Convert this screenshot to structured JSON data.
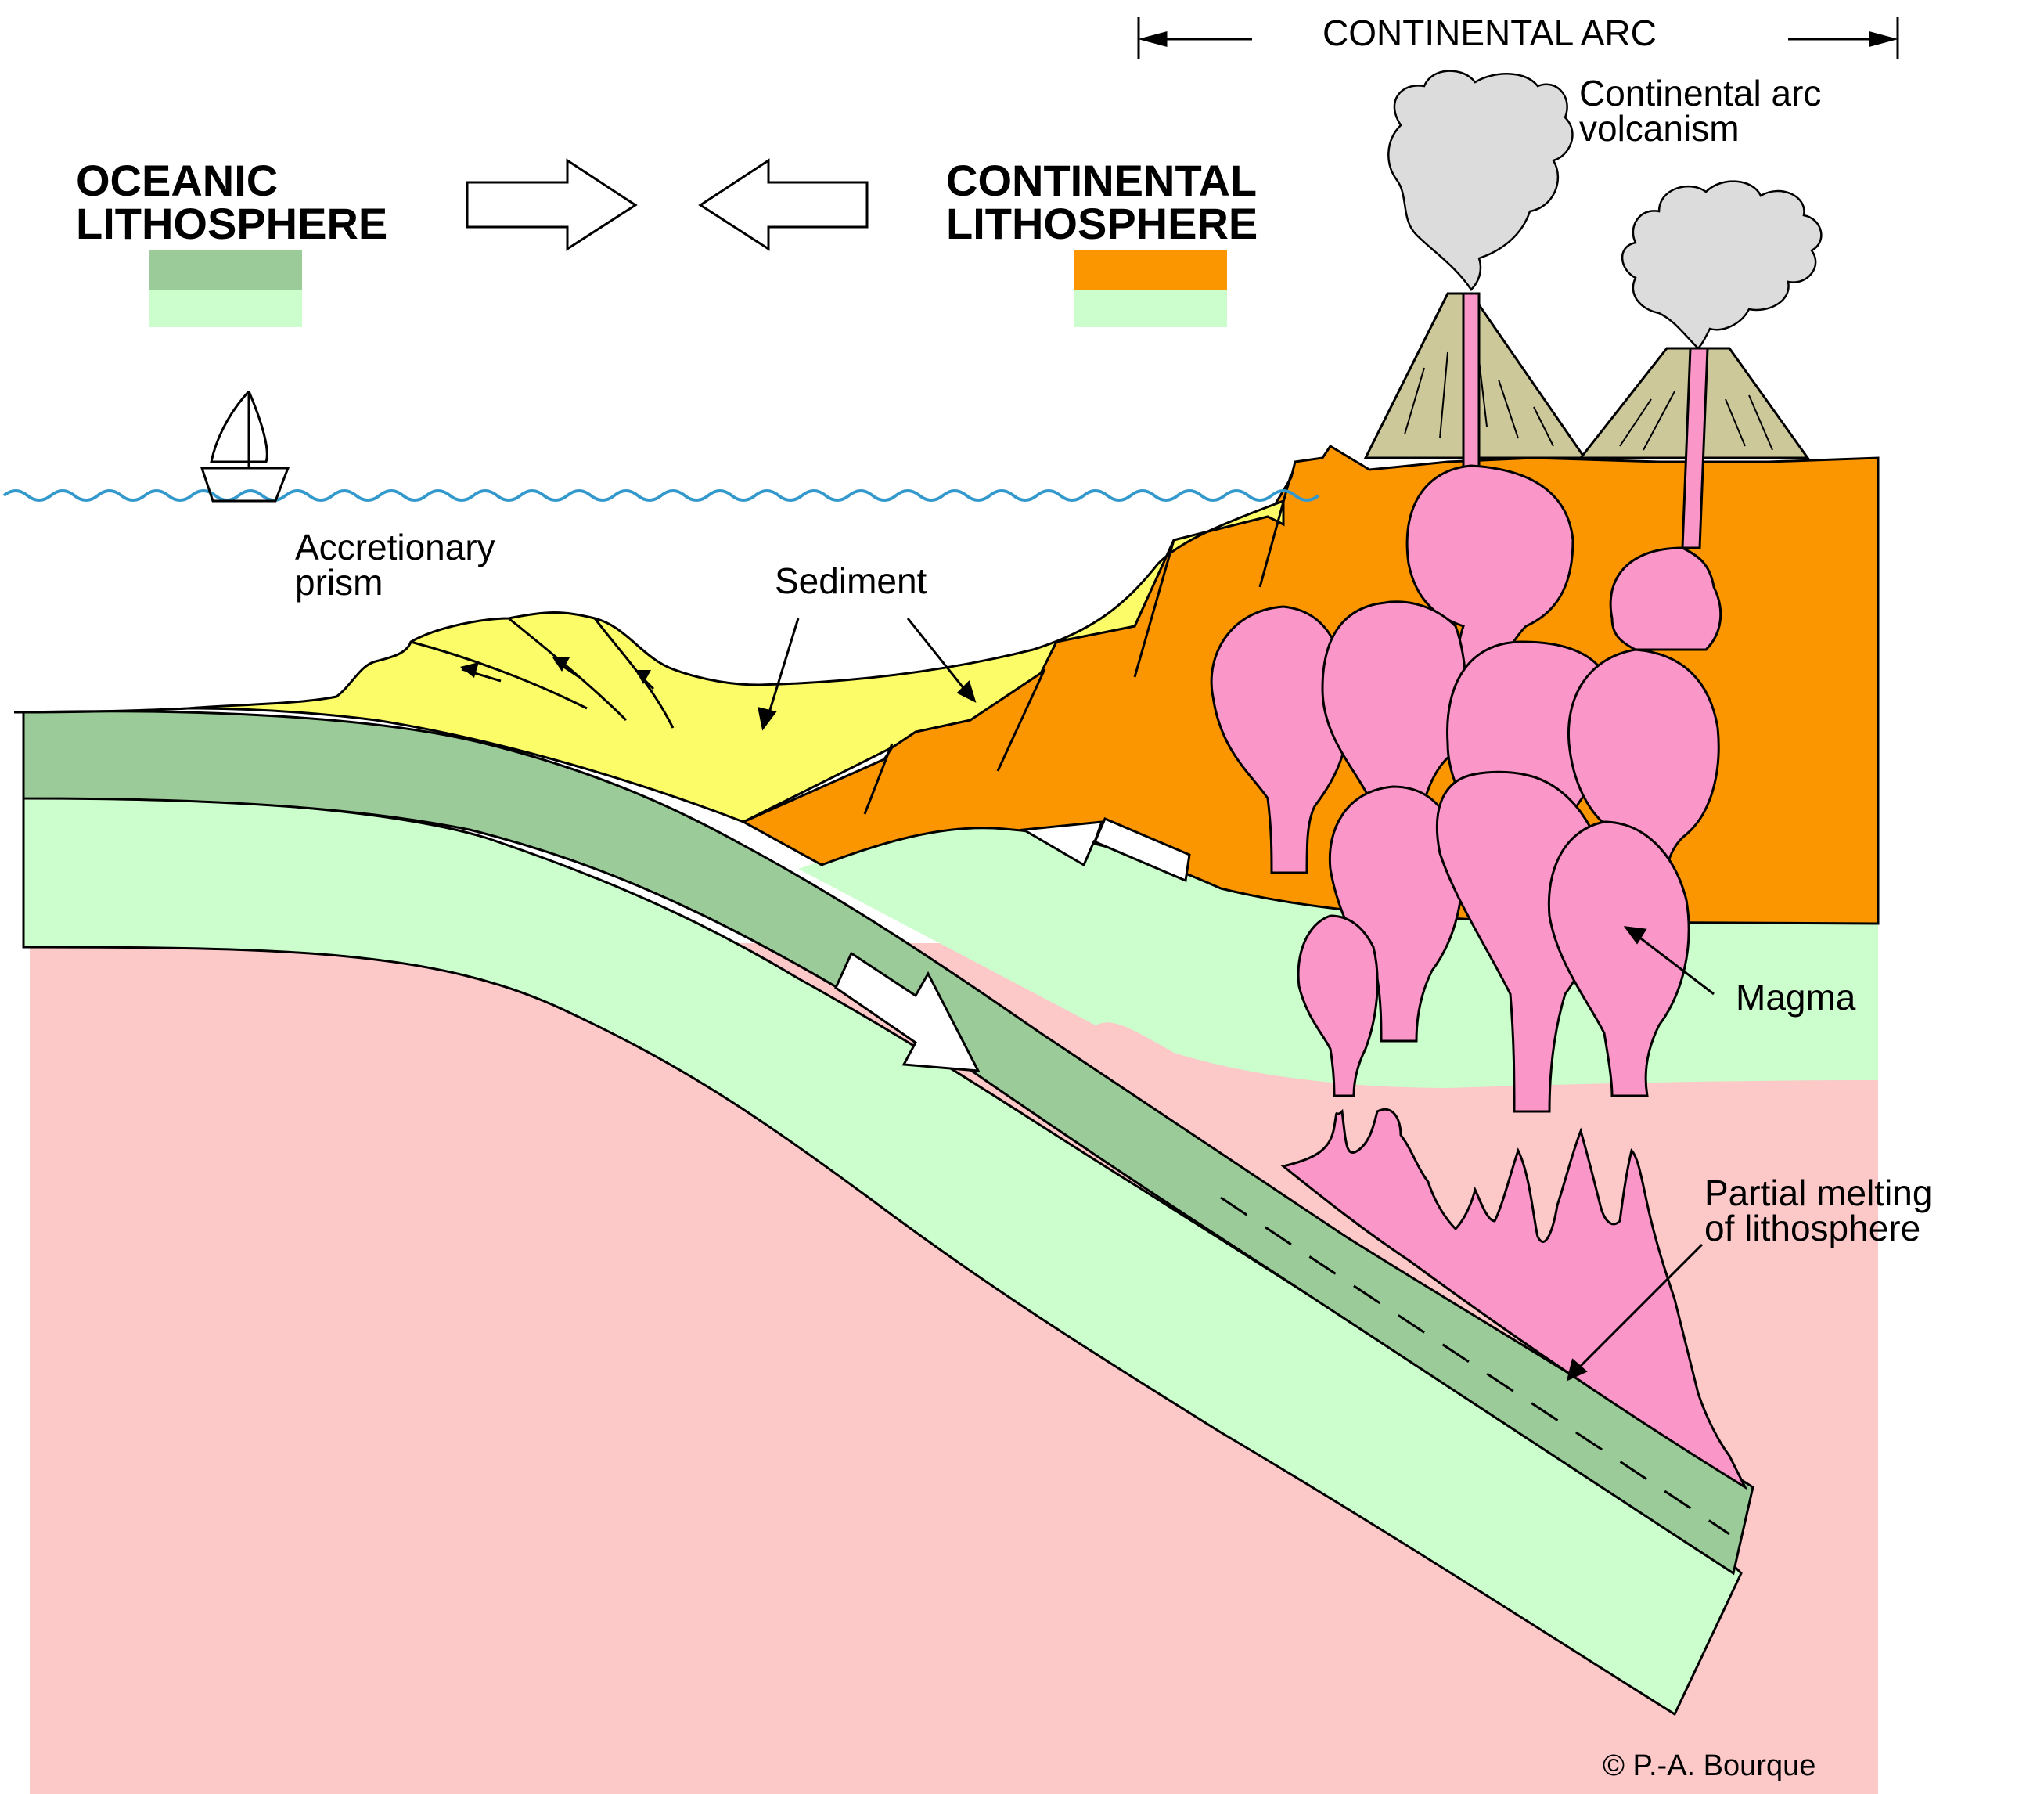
{
  "header": {
    "continental_arc": "CONTINENTAL ARC",
    "volcanism_line1": "Continental arc",
    "volcanism_line2": "volcanism"
  },
  "legend": {
    "oceanic_line1": "OCEANIC",
    "oceanic_line2": "LITHOSPHERE",
    "continental_line1": "CONTINENTAL",
    "continental_line2": "LITHOSPHERE"
  },
  "labels": {
    "accretionary_line1": "Accretionary",
    "accretionary_line2": "prism",
    "sediment": "Sediment",
    "magma": "Magma",
    "partial_line1": "Partial melting",
    "partial_line2": "of lithosphere",
    "copyright": "© P.-A. Bourque"
  },
  "colors": {
    "oceanic_crust": "#9ACB98",
    "lithospheric_mantle": "#CCFDCC",
    "continental_crust": "#FB9600",
    "asthenosphere": "#FCC8C8",
    "sediment": "#FCFC68",
    "magma": "#FB96C8",
    "volcano": "#CCC89A",
    "ash": "#DCDCDC",
    "sea": "#3399CC"
  }
}
